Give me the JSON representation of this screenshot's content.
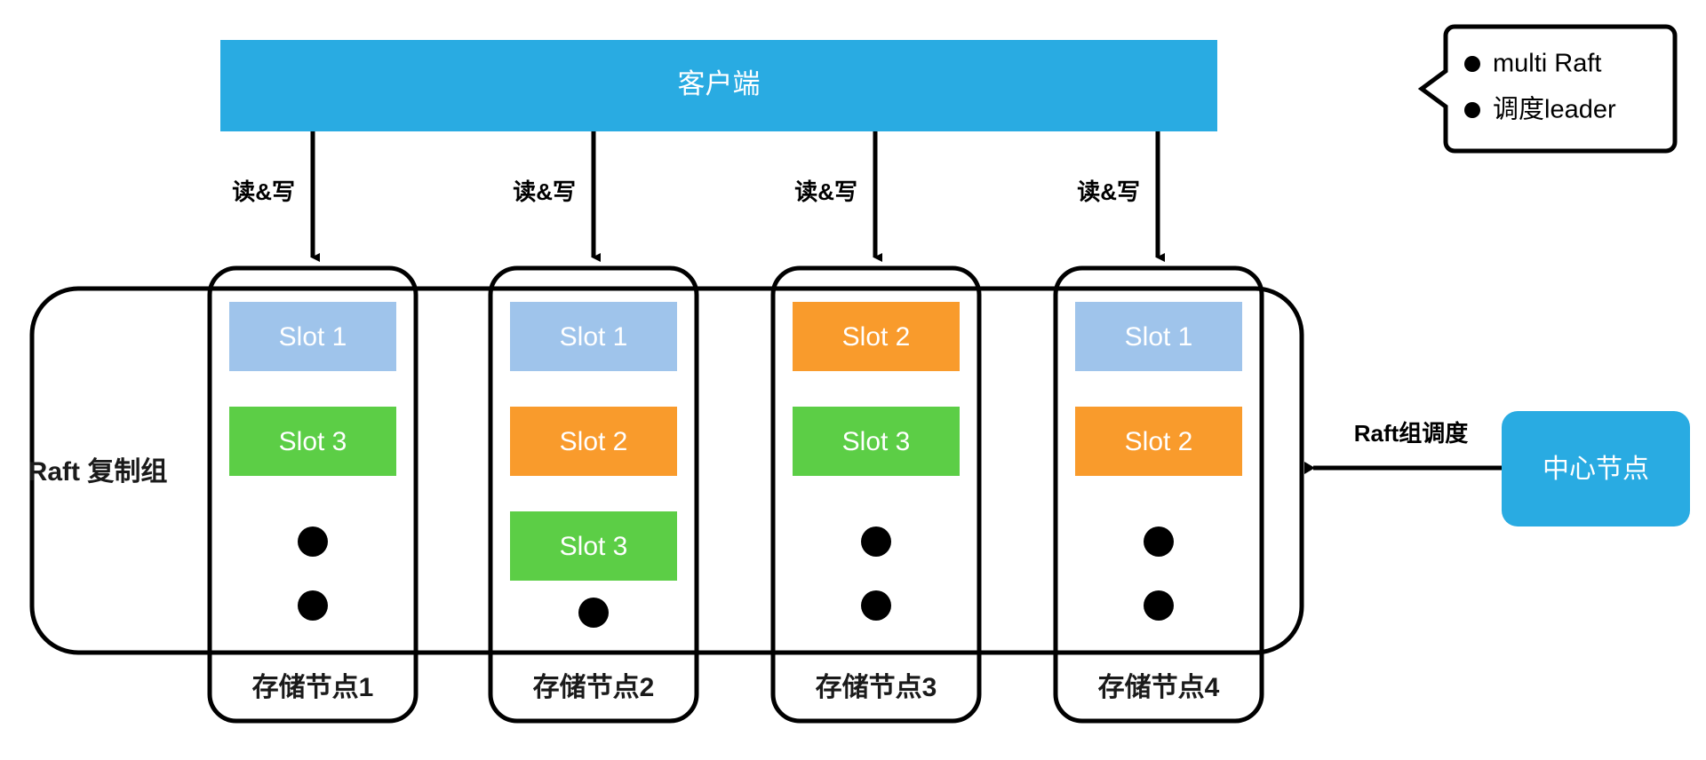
{
  "diagram": {
    "title_text": "",
    "colors": {
      "client_fill": "#29ABE2",
      "center_fill": "#29ABE2",
      "slot_blue": "#9FC4EB",
      "slot_orange": "#F99B2C",
      "slot_green": "#5CCE46",
      "stroke": "#000000",
      "text_dark": "#1A1A1A",
      "text_light": "#FFFFFF",
      "background": "#FFFFFF"
    }
  },
  "client": {
    "label": "客户端"
  },
  "raft_group": {
    "label": "Raft 复制组"
  },
  "edges": {
    "read_write_label": "读&写",
    "schedule_label": "Raft组调度"
  },
  "center_node": {
    "label": "中心节点"
  },
  "legend": {
    "items": [
      {
        "text": "multi Raft"
      },
      {
        "text": "调度leader"
      }
    ]
  },
  "storage_nodes": [
    {
      "label": "存储节点1",
      "slots": [
        {
          "label": "Slot 1",
          "color": "#9FC4EB"
        },
        {
          "label": "Slot 3",
          "color": "#5CCE46"
        }
      ],
      "dots": 2
    },
    {
      "label": "存储节点2",
      "slots": [
        {
          "label": "Slot 1",
          "color": "#9FC4EB"
        },
        {
          "label": "Slot 2",
          "color": "#F99B2C"
        },
        {
          "label": "Slot 3",
          "color": "#5CCE46"
        }
      ],
      "dots": 1
    },
    {
      "label": "存储节点3",
      "slots": [
        {
          "label": "Slot 2",
          "color": "#F99B2C"
        },
        {
          "label": "Slot 3",
          "color": "#5CCE46"
        }
      ],
      "dots": 2
    },
    {
      "label": "存储节点4",
      "slots": [
        {
          "label": "Slot 1",
          "color": "#9FC4EB"
        },
        {
          "label": "Slot 2",
          "color": "#F99B2C"
        }
      ],
      "dots": 2
    }
  ]
}
